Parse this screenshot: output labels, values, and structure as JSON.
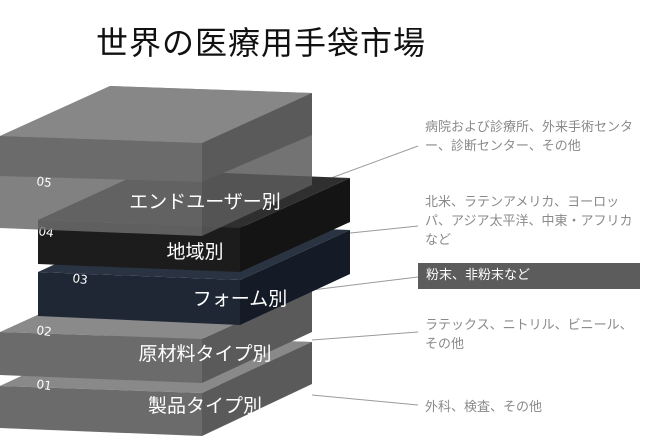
{
  "title": "世界の医療用手袋市場",
  "layers": [
    {
      "num": "05",
      "label": "エンドユーザー別",
      "description": "病院および診療所、外来手術センター、診断センター、その他"
    },
    {
      "num": "04",
      "label": "地域別",
      "description": "北米、ラテンアメリカ、ヨーロッパ、アジア太平洋、中東・アフリカなど"
    },
    {
      "num": "03",
      "label": "フォーム別",
      "description": "粉末、非粉末など"
    },
    {
      "num": "02",
      "label": "原材料タイプ別",
      "description": "ラテックス、ニトリル、ビニール、その他"
    },
    {
      "num": "01",
      "label": "製品タイプ別",
      "description": "外科、検査、その他"
    }
  ],
  "colors": {
    "gray_top": "#878787",
    "gray_front": "#6e6e6e",
    "gray_side": "#5a5a5a",
    "dark_top": "#2f2f2f",
    "dark_front": "#1c1c1c",
    "navy_top": "#2a3341",
    "navy_front": "#1c2431",
    "description_text": "#8a8a8a",
    "highlight_box": "#5c5c5c"
  }
}
